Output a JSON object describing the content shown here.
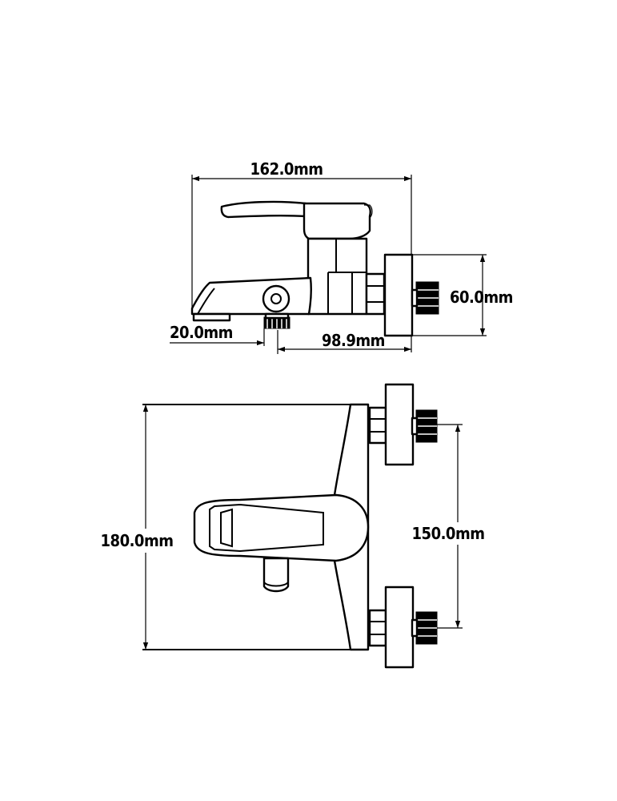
{
  "title": "",
  "dimensions": {
    "overall_width": "162.0mm",
    "flange_height": "60.0mm",
    "spout_outlet": "20.0mm",
    "outlet_offset": "98.9mm",
    "body_height": "180.0mm",
    "inlet_spacing": "150.0mm"
  },
  "colors": {
    "line": "#000000",
    "background": "#ffffff"
  }
}
